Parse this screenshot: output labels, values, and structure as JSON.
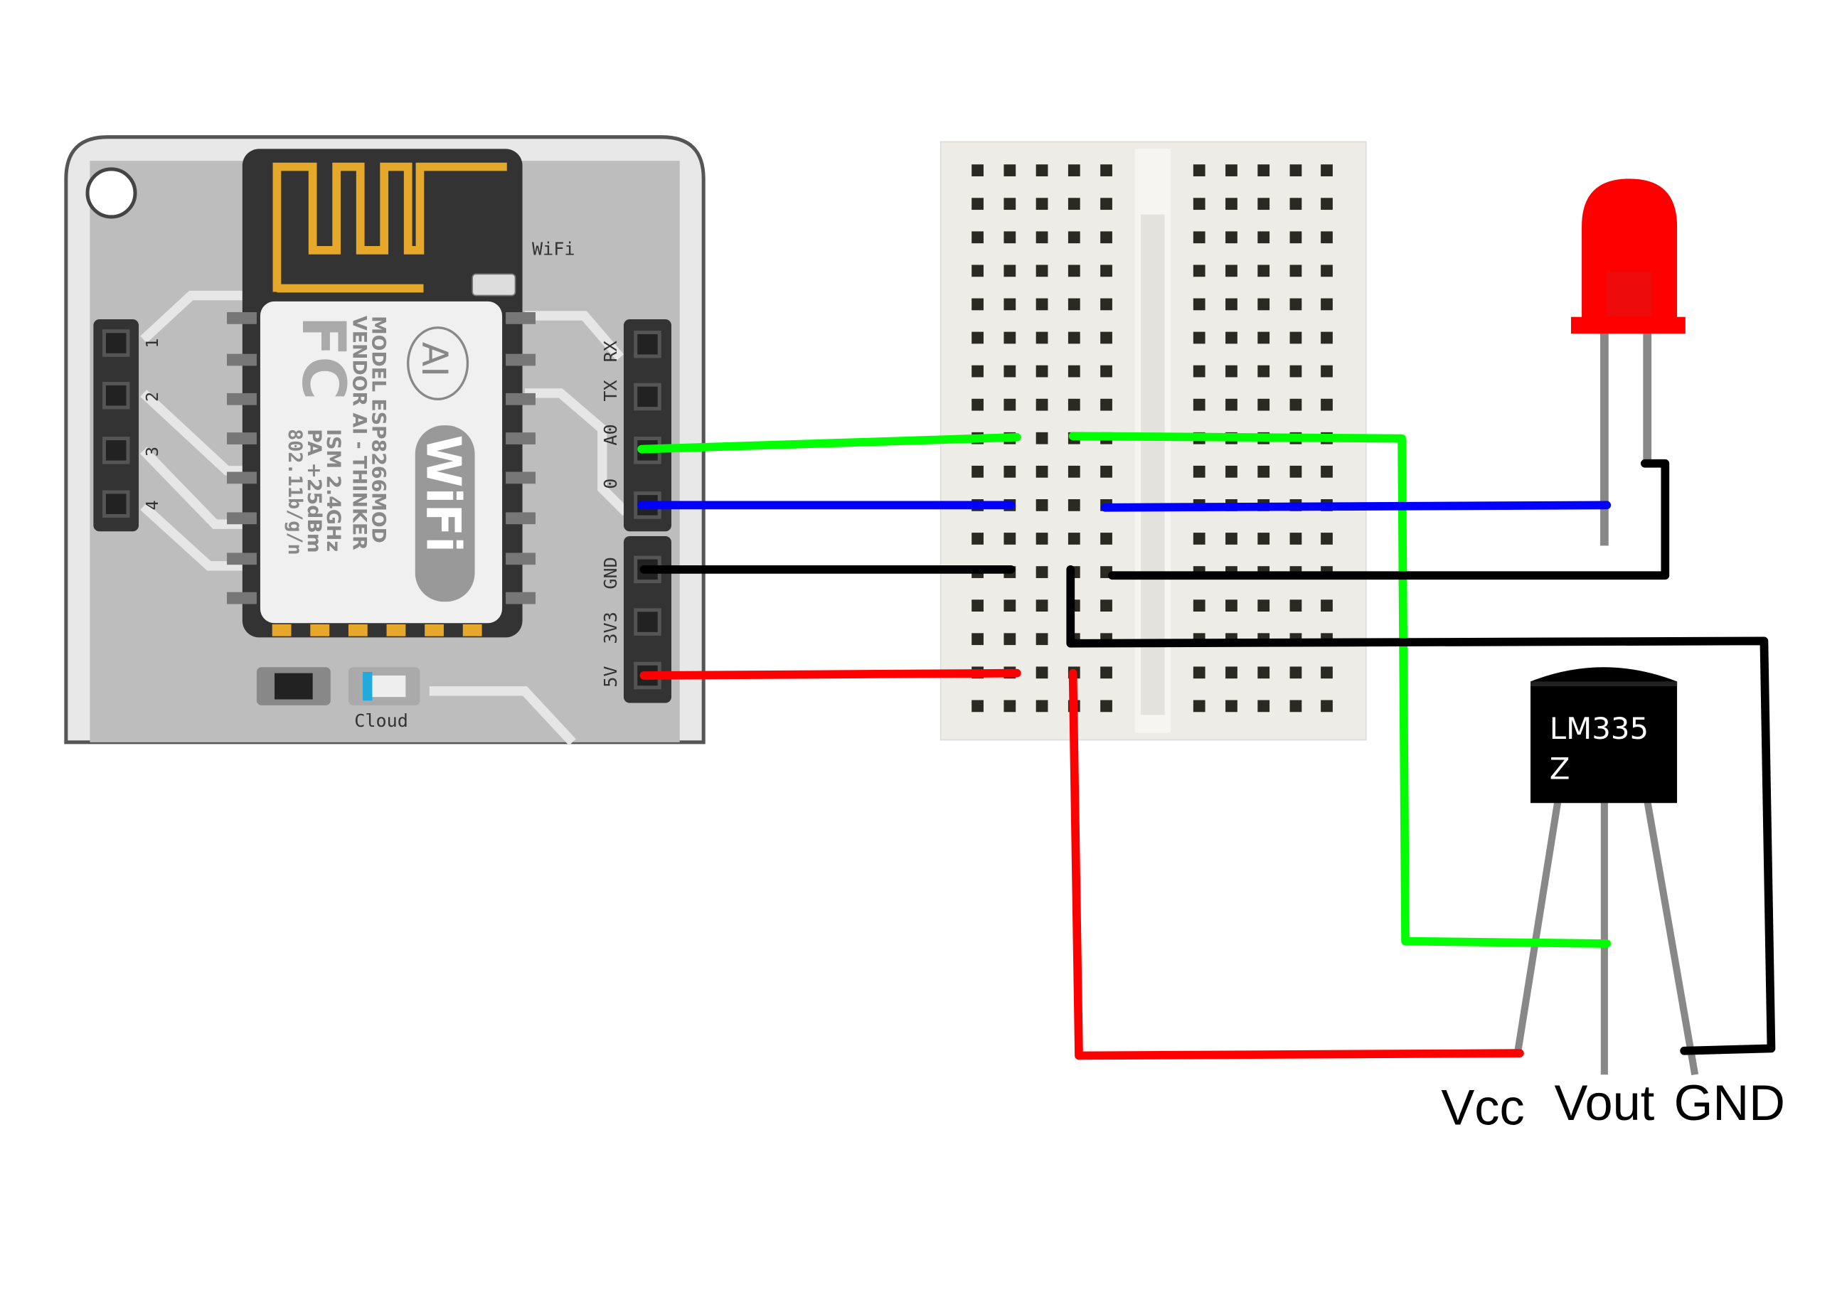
{
  "board": {
    "wifi_label": "WiFi",
    "cloud_label": "Cloud",
    "left_pins": [
      "1",
      "2",
      "3",
      "4"
    ],
    "right_pins": [
      "RX",
      "TX",
      "A0",
      "0",
      "GND",
      "3V3",
      "5V"
    ],
    "module": {
      "line1": "MODEL    ESP8266MOD",
      "line2": "VENDOR   AI - THINKER",
      "line3": "ISM          2.4GHz",
      "line4": "PA          +25dBm",
      "line5": "802.11b/g/n",
      "logo_fc": "FC",
      "logo_ai": "AI",
      "logo_wifi": "WiFi"
    }
  },
  "sensor": {
    "line1": "LM335",
    "line2": "Z",
    "pins": [
      "Vcc",
      "Vout",
      "GND"
    ]
  },
  "wire_colors": {
    "green": "#00ff00",
    "blue": "#0000ff",
    "black": "#000000",
    "red": "#ff0000"
  },
  "led_color": "#ff0000"
}
